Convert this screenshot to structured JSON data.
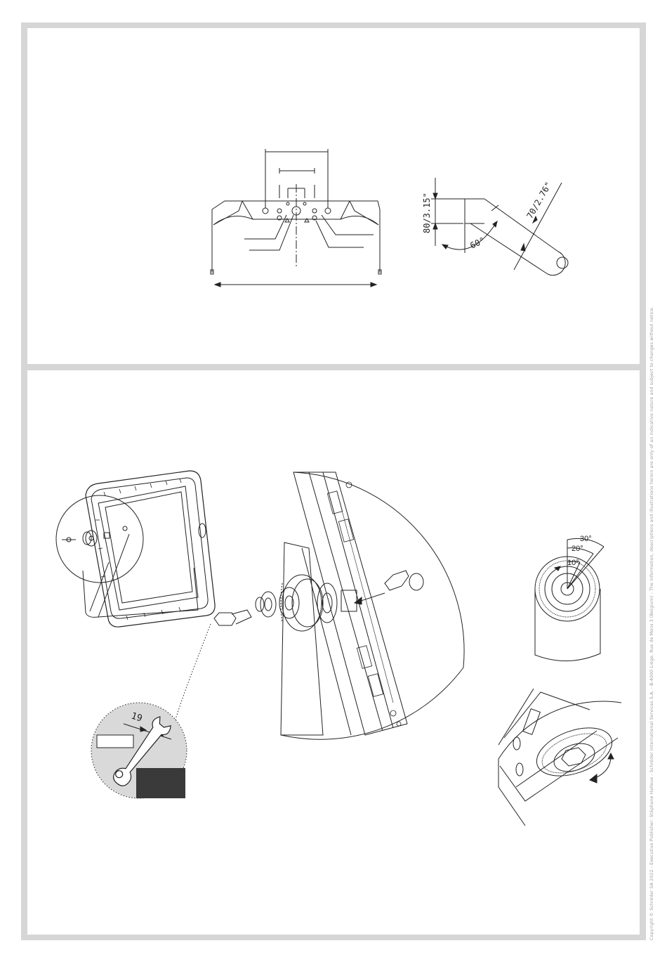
{
  "copyright": "Copyright © Schréder SA 2022 - Executive Publisher: Stéphane Halleux - Schréder International Services S.A. - B-4000 Liège, Rue de Mons 3 (Belgium) - The information, descriptions and illustrations herein are only of an indicative nature and subject to changes without notice.",
  "bracket_side": {
    "height_dimension": "80/3.15\"",
    "width_dimension": "70/2.76\"",
    "angle": "60°"
  },
  "tilt_detail": {
    "angle_30": "30°",
    "angle_20": "20°",
    "angle_10": "10°"
  },
  "wrench": {
    "size": "19"
  },
  "colors": {
    "frame": "#d6d6d6",
    "line": "#222222",
    "wrench_bg": "#d9d9d9",
    "redaction_box": "#3a3a3a"
  }
}
